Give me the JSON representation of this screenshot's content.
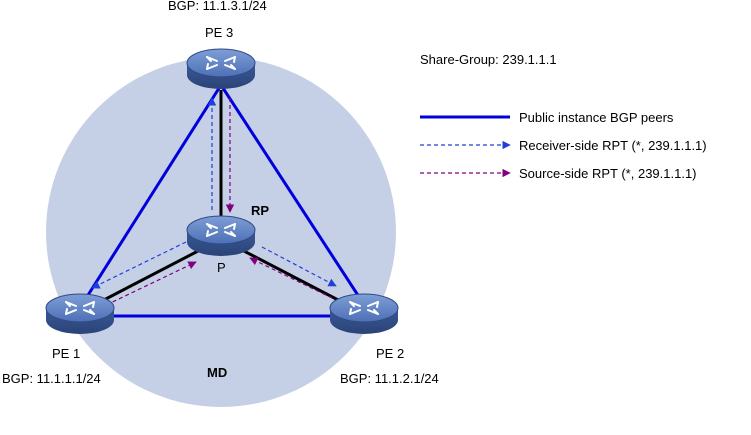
{
  "share_group": "Share-Group: 239.1.1.1",
  "nodes": {
    "pe3": {
      "name": "PE 3",
      "bgp": "BGP: 11.1.3.1/24"
    },
    "pe1": {
      "name": "PE 1",
      "bgp": "BGP: 11.1.1.1/24"
    },
    "pe2": {
      "name": "PE 2",
      "bgp": "BGP: 11.1.2.1/24"
    },
    "p": {
      "name": "P",
      "role": "RP"
    }
  },
  "md_label": "MD",
  "legend": {
    "bgp_peers": "Public instance BGP peers",
    "receiver_rpt": "Receiver-side RPT (*, 239.1.1.1)",
    "source_rpt": "Source-side RPT (*, 239.1.1.1)"
  },
  "colors": {
    "md_circle": "#c5d0e7",
    "bgp_line": "#0000dd",
    "receiver_arrow": "#1f3fd8",
    "source_arrow": "#800080",
    "link": "#000000",
    "router_body": "#4a6fb5"
  },
  "icons": {
    "router": "router-icon"
  }
}
